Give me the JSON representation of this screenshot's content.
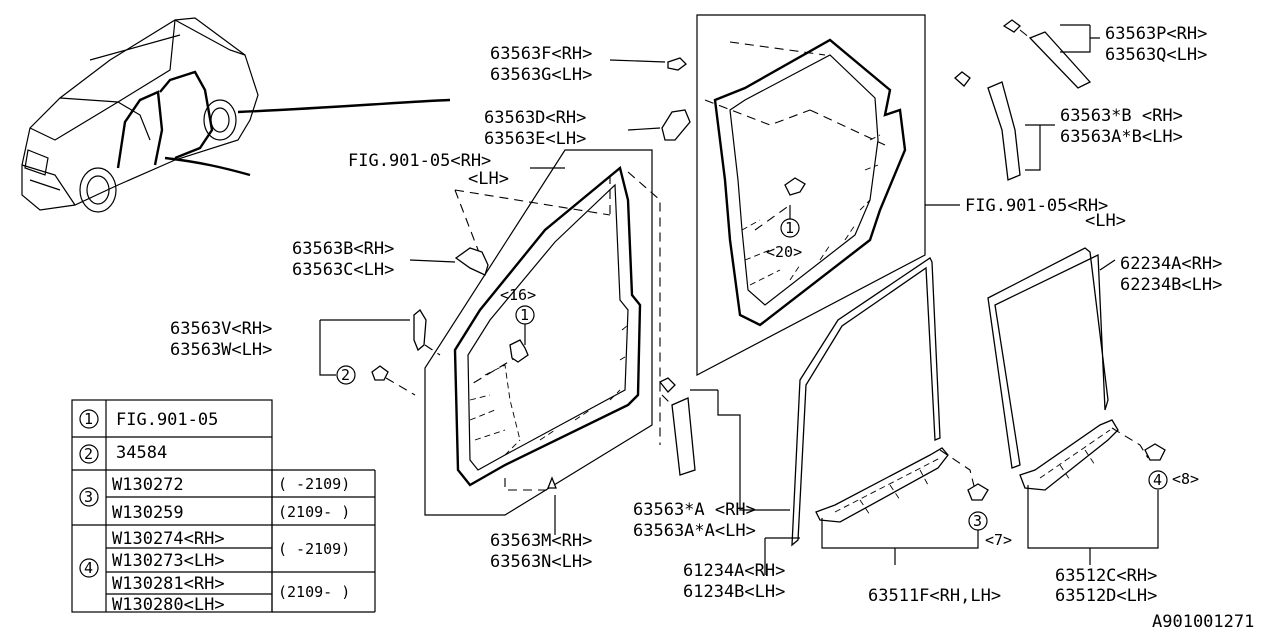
{
  "callouts": [
    {
      "rh": "63563F<RH>",
      "lh": "63563G<LH>"
    },
    {
      "rh": "63563D<RH>",
      "lh": "63563E<LH>"
    },
    {
      "rh": "FIG.901-05<RH>",
      "lh": "<LH>"
    },
    {
      "rh": "63563B<RH>",
      "lh": "63563C<LH>"
    },
    {
      "rh": "63563V<RH>",
      "lh": "63563W<LH>"
    },
    {
      "rh": "63563P<RH>",
      "lh": "63563Q<LH>"
    },
    {
      "rh": "63563*B  <RH>",
      "lh": "63563A*B<LH>"
    },
    {
      "rh": "FIG.901-05<RH>",
      "lh": "<LH>"
    },
    {
      "rh": "62234A<RH>",
      "lh": "62234B<LH>"
    },
    {
      "rh": "63563M<RH>",
      "lh": "63563N<LH>"
    },
    {
      "rh": "63563*A  <RH>",
      "lh": "63563A*A<LH>"
    },
    {
      "rh": "61234A<RH>",
      "lh": "61234B<LH>"
    },
    {
      "rh": "63511F<RH,LH>",
      "lh": ""
    },
    {
      "rh": "63512C<RH>",
      "lh": "63512D<LH>"
    }
  ],
  "markers": {
    "front_num": "1",
    "front_qty": "<16>",
    "rear_num": "1",
    "rear_qty": "<20>",
    "clip2_num": "2",
    "clip3_num": "3",
    "clip3_qty": "<7>",
    "clip4_num": "4",
    "clip4_qty": "<8>"
  },
  "legend": {
    "rows": [
      {
        "num": "1",
        "parts": [
          "FIG.901-05"
        ],
        "dates": [
          ""
        ]
      },
      {
        "num": "2",
        "parts": [
          "34584"
        ],
        "dates": [
          ""
        ]
      },
      {
        "num": "3",
        "parts": [
          "W130272",
          "W130259"
        ],
        "dates": [
          "( -2109)",
          "(2109- )"
        ]
      },
      {
        "num": "4",
        "parts": [
          "W130274<RH>",
          "W130273<LH>",
          "W130281<RH>",
          "W130280<LH>"
        ],
        "dates": [
          "( -2109)",
          "(2109- )"
        ]
      }
    ]
  },
  "diagram_id": "A901001271"
}
